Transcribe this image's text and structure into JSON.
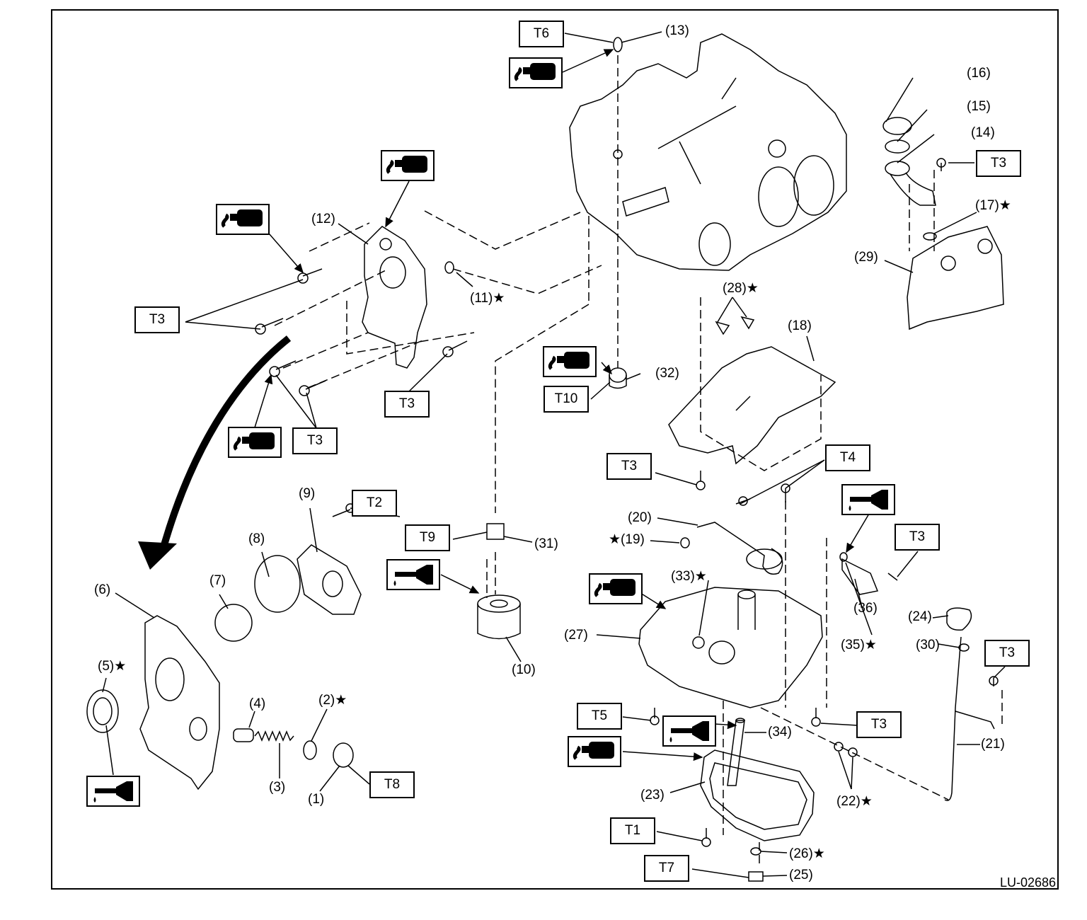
{
  "diagram": {
    "title": "Engine lubrication components exploded view",
    "figure_id": "LU-02686",
    "colors": {
      "line": "#000000",
      "background": "#ffffff"
    },
    "legend_icons": {
      "sealant": "sealant-tube-icon",
      "oil": "oil-can-icon",
      "replace": "star-icon"
    },
    "callouts": [
      {
        "id": "c1",
        "label": "(1)"
      },
      {
        "id": "c2",
        "label": "(2)",
        "star": true
      },
      {
        "id": "c3",
        "label": "(3)"
      },
      {
        "id": "c4",
        "label": "(4)"
      },
      {
        "id": "c5",
        "label": "(5)",
        "star": true
      },
      {
        "id": "c6",
        "label": "(6)"
      },
      {
        "id": "c7",
        "label": "(7)"
      },
      {
        "id": "c8",
        "label": "(8)"
      },
      {
        "id": "c9",
        "label": "(9)"
      },
      {
        "id": "c10",
        "label": "(10)"
      },
      {
        "id": "c11",
        "label": "(11)",
        "star": true
      },
      {
        "id": "c12",
        "label": "(12)"
      },
      {
        "id": "c13",
        "label": "(13)"
      },
      {
        "id": "c14",
        "label": "(14)"
      },
      {
        "id": "c15",
        "label": "(15)"
      },
      {
        "id": "c16",
        "label": "(16)"
      },
      {
        "id": "c17",
        "label": "(17)",
        "star": true
      },
      {
        "id": "c18",
        "label": "(18)"
      },
      {
        "id": "c19",
        "label": "(19)",
        "star": true
      },
      {
        "id": "c20",
        "label": "(20)"
      },
      {
        "id": "c21",
        "label": "(21)"
      },
      {
        "id": "c22",
        "label": "(22)",
        "star": true
      },
      {
        "id": "c23",
        "label": "(23)"
      },
      {
        "id": "c24",
        "label": "(24)"
      },
      {
        "id": "c25",
        "label": "(25)"
      },
      {
        "id": "c26",
        "label": "(26)",
        "star": true
      },
      {
        "id": "c27",
        "label": "(27)"
      },
      {
        "id": "c28",
        "label": "(28)",
        "star": true
      },
      {
        "id": "c29",
        "label": "(29)"
      },
      {
        "id": "c30",
        "label": "(30)"
      },
      {
        "id": "c31",
        "label": "(31)"
      },
      {
        "id": "c32",
        "label": "(32)"
      },
      {
        "id": "c33",
        "label": "(33)",
        "star": true
      },
      {
        "id": "c34",
        "label": "(34)"
      },
      {
        "id": "c35",
        "label": "(35)",
        "star": true
      },
      {
        "id": "c36",
        "label": "(36)"
      }
    ],
    "torque_labels": [
      {
        "id": "t6",
        "label": "T6"
      },
      {
        "id": "t3a",
        "label": "T3"
      },
      {
        "id": "t3b",
        "label": "T3"
      },
      {
        "id": "t3c",
        "label": "T3"
      },
      {
        "id": "t3d",
        "label": "T3"
      },
      {
        "id": "t3e",
        "label": "T3"
      },
      {
        "id": "t3f",
        "label": "T3"
      },
      {
        "id": "t3g",
        "label": "T3"
      },
      {
        "id": "t3h",
        "label": "T3"
      },
      {
        "id": "t2",
        "label": "T2"
      },
      {
        "id": "t9",
        "label": "T9"
      },
      {
        "id": "t10",
        "label": "T10"
      },
      {
        "id": "t4",
        "label": "T4"
      },
      {
        "id": "t5",
        "label": "T5"
      },
      {
        "id": "t8",
        "label": "T8"
      },
      {
        "id": "t1",
        "label": "T1"
      },
      {
        "id": "t7",
        "label": "T7"
      }
    ]
  }
}
